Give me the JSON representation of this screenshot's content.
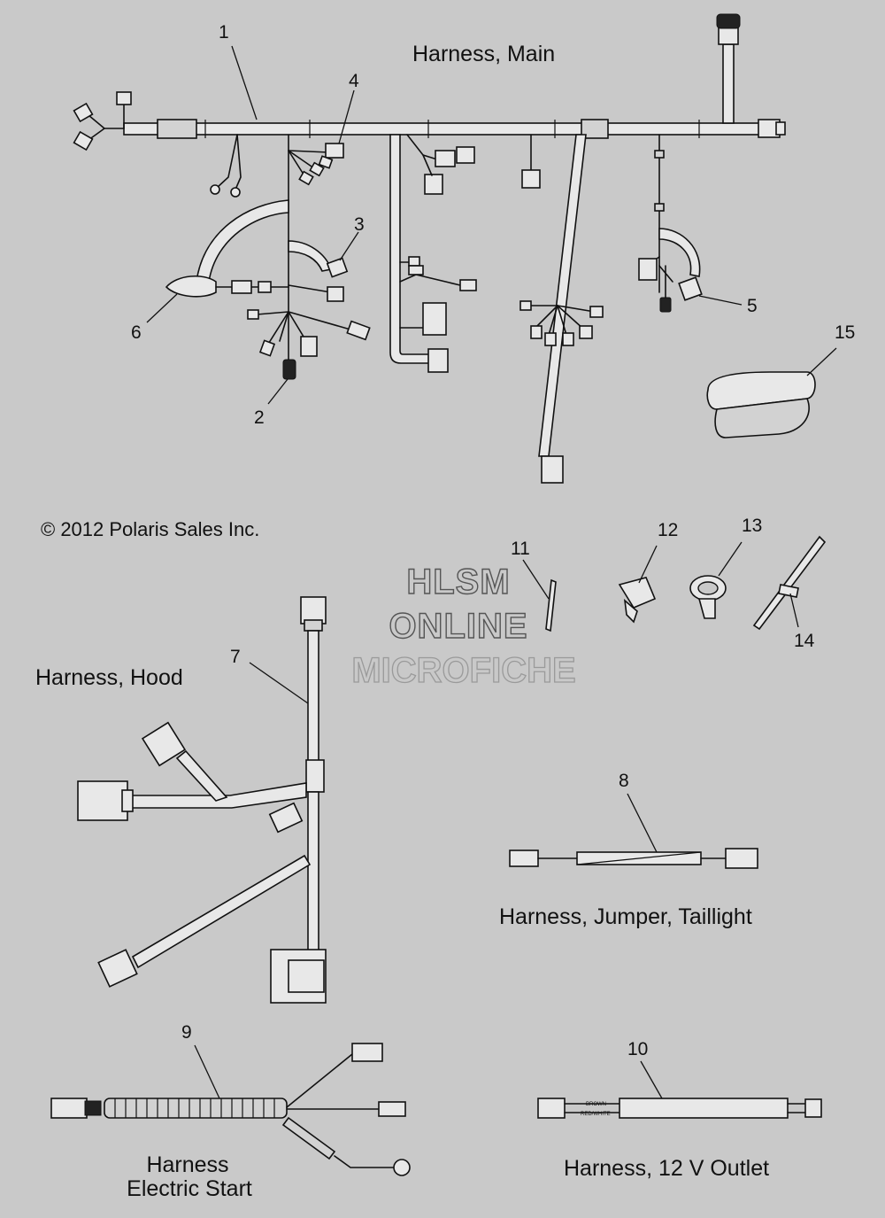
{
  "titles": {
    "harness_main": "Harness, Main",
    "harness_hood": "Harness, Hood",
    "harness_jumper": "Harness, Jumper, Taillight",
    "harness_electric_line1": "Harness",
    "harness_electric_line2": "Electric Start",
    "harness_outlet": "Harness, 12 V Outlet"
  },
  "copyright": "© 2012 Polaris Sales Inc.",
  "watermark": {
    "line1": "HLSM",
    "line2": "ONLINE",
    "line3": "MICROFICHE"
  },
  "callouts": {
    "c1": "1",
    "c2": "2",
    "c3": "3",
    "c4": "4",
    "c5": "5",
    "c6": "6",
    "c7": "7",
    "c8": "8",
    "c9": "9",
    "c10": "10",
    "c11": "11",
    "c12": "12",
    "c13": "13",
    "c14": "14",
    "c15": "15"
  },
  "wire_labels": {
    "brown": "BROWN",
    "red_white": "RED/WHITE"
  }
}
